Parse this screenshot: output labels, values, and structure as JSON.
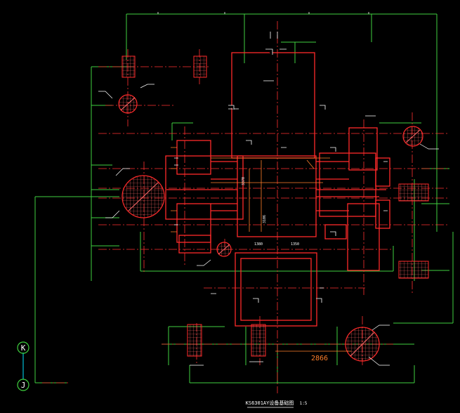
{
  "drawing": {
    "title": "KS6301AY设备基础图",
    "scale": "1:5",
    "dimension_main": "2866",
    "axis_labels": [
      "K",
      "J"
    ],
    "dim_1": "1380",
    "dim_2": "3370",
    "dim_3": "3106",
    "dim_4": "1350"
  },
  "colors": {
    "background": "#000000",
    "foundation_red": "#ff2a2a",
    "centerline_red": "#ff3030",
    "dimension_green": "#3fd13f",
    "grid_red": "#ff3b3b",
    "circle_fill": "#c8102e",
    "text_white": "#ffffff",
    "axis_cyan": "#00e5ff",
    "dim_text_orange": "#ff7f2a",
    "label_yellow": "#ffd400"
  }
}
